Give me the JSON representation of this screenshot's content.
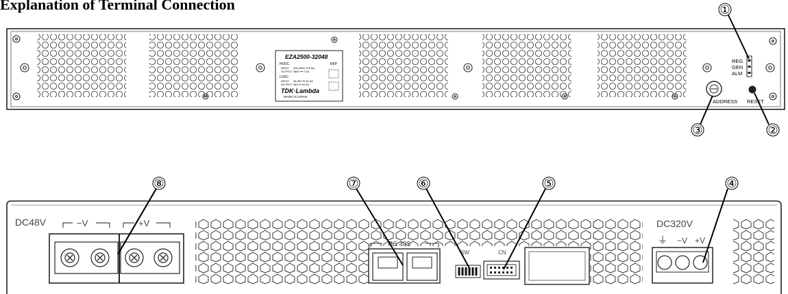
{
  "title": "Explanation of Terminal Connection",
  "front_panel": {
    "led_labels": [
      "REG",
      "GEN",
      "ALM"
    ],
    "address_label": "ADDRESS",
    "reset_label": "RESET",
    "nameplate": {
      "model": "EZA2500-32048",
      "hvdc": "HVDC",
      "input_label": "INPUT",
      "input_value": "300-380V ⎓ 8.5A",
      "output_label": "OUTPUT",
      "output_value": "380V ⎓ 7.0A",
      "lvdc": "LVDC",
      "lv_input_value": "38-60V ⎓ 52.0A",
      "lv_output_value": "48V ⎓ 52.0A",
      "brand": "TDK·Lambda",
      "made_in": "MADE IN JAPAN",
      "ce_mark": "RFP"
    }
  },
  "rear_panel": {
    "dc48_label": "DC48V",
    "neg_label": "−V",
    "pos_label": "+V",
    "rs485_label": "RS 485",
    "sw_label": "SW",
    "cn_label": "CN",
    "dc320_label": "DC320V",
    "ground_label": "⏚"
  },
  "callouts": [
    "①",
    "②",
    "③",
    "④",
    "⑤",
    "⑥",
    "⑦",
    "⑧"
  ]
}
